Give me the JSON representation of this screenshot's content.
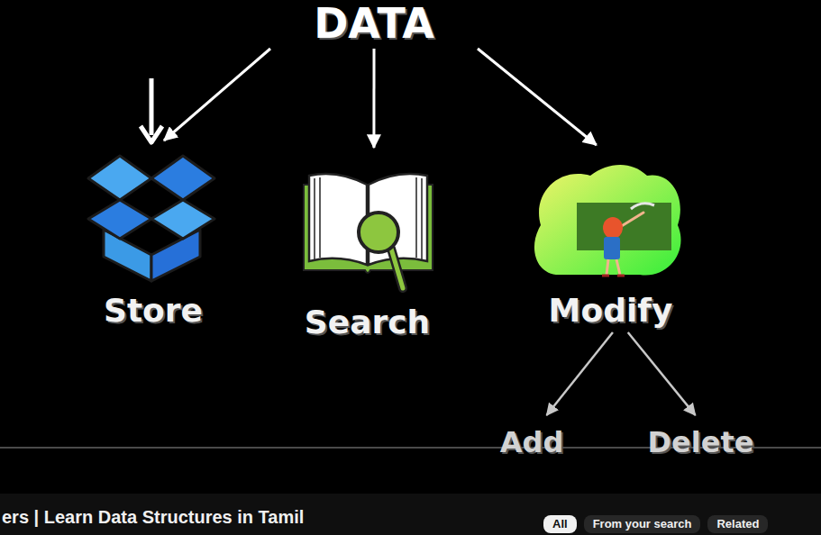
{
  "diagram": {
    "nodes": [
      {
        "text": [
          "DATA"
        ]
      },
      {
        "text": [
          "Store"
        ]
      },
      {
        "text": [
          "Search"
        ]
      },
      {
        "text": [
          "Modify"
        ]
      },
      {
        "text": [
          "Add"
        ]
      },
      {
        "text": [
          "Delete"
        ]
      }
    ],
    "edges": [
      {
        "from": 0,
        "to": 1,
        "arrow": "to"
      },
      {
        "from": 0,
        "to": 2,
        "arrow": "to"
      },
      {
        "from": 0,
        "to": 3,
        "arrow": "to"
      },
      {
        "from": 3,
        "to": 4,
        "arrow": "to"
      },
      {
        "from": 3,
        "to": 5,
        "arrow": "to"
      }
    ],
    "labels": [
      "ers | Learn Data Structures in Tamil",
      "All",
      "From your search",
      "Related"
    ]
  }
}
